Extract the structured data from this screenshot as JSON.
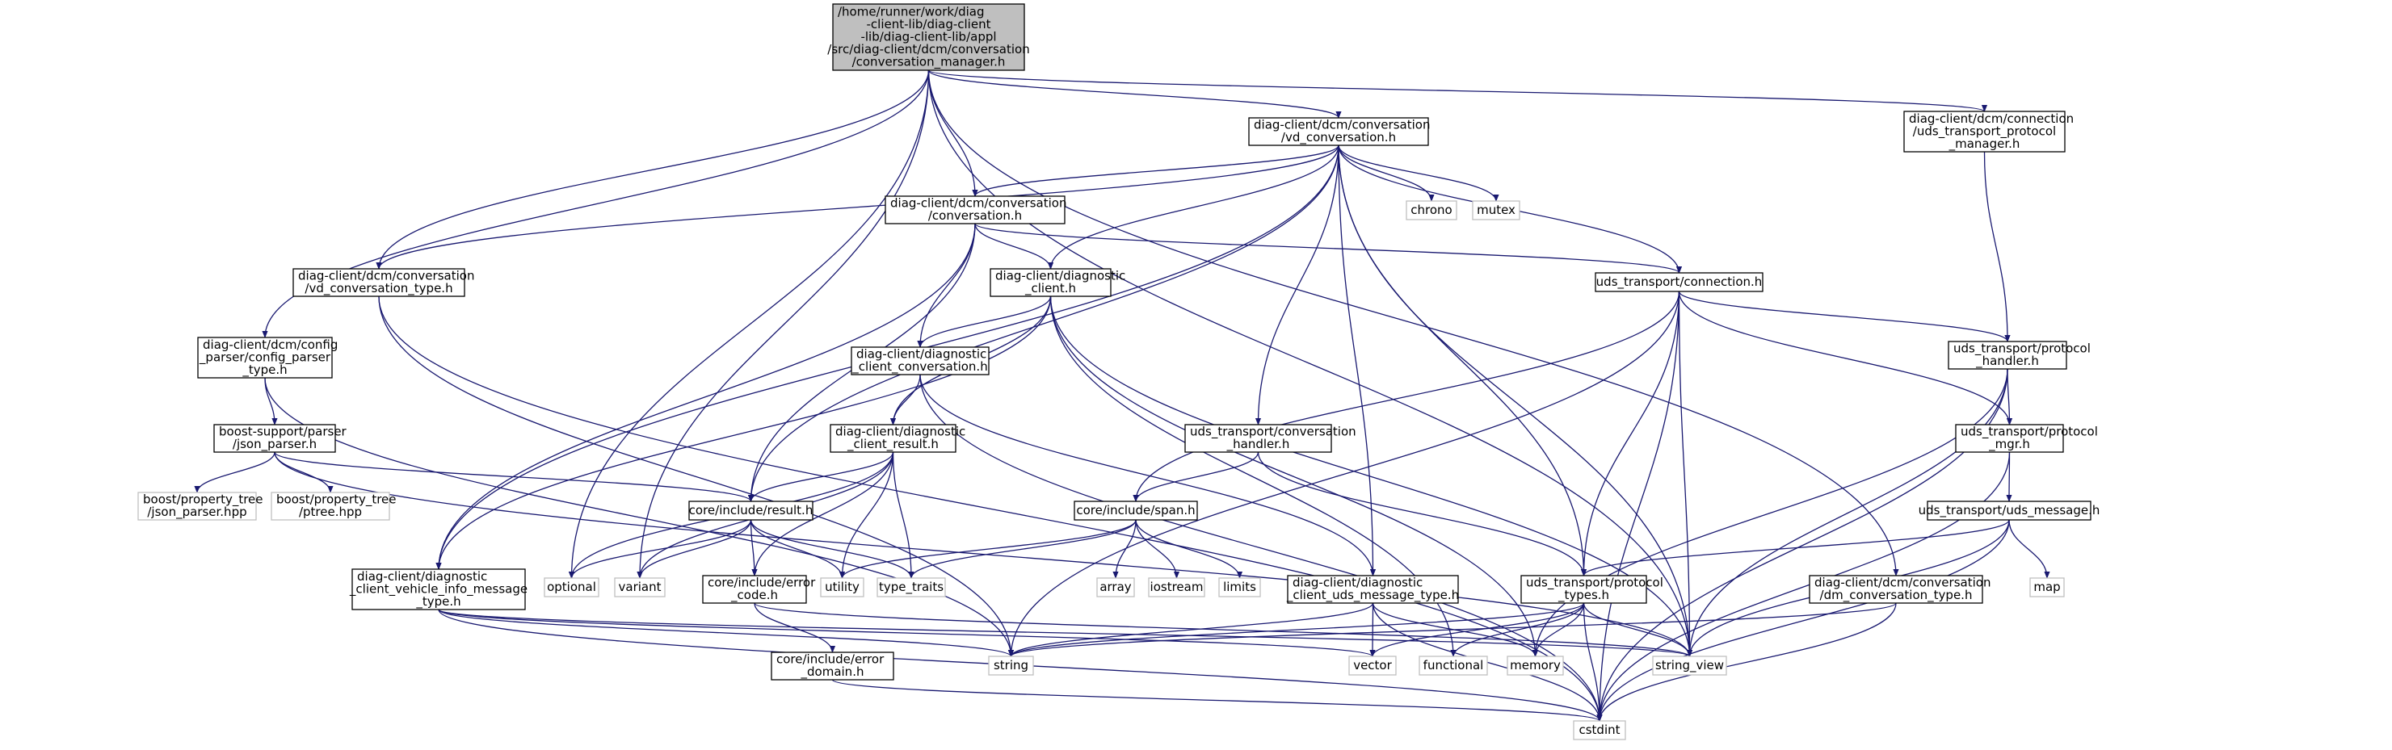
{
  "graph": {
    "nodes": [
      {
        "id": "root",
        "kind": "root",
        "lines": [
          "/home/runner/work/diag",
          "-client-lib/diag-client",
          "-lib/diag-client-lib/appl",
          "/src/diag-client/dcm/conversation",
          "/conversation_manager.h"
        ]
      },
      {
        "id": "vd_conversation_h",
        "kind": "file",
        "lines": [
          "diag-client/dcm/conversation",
          "/vd_conversation.h"
        ]
      },
      {
        "id": "uds_transport_protocol_manager_h",
        "kind": "file",
        "lines": [
          "diag-client/dcm/connection",
          "/uds_transport_protocol",
          "_manager.h"
        ]
      },
      {
        "id": "conversation_h",
        "kind": "file",
        "lines": [
          "diag-client/dcm/conversation",
          "/conversation.h"
        ]
      },
      {
        "id": "chrono",
        "kind": "ext",
        "lines": [
          "chrono"
        ]
      },
      {
        "id": "mutex",
        "kind": "ext",
        "lines": [
          "mutex"
        ]
      },
      {
        "id": "vd_conversation_type_h",
        "kind": "file",
        "lines": [
          "diag-client/dcm/conversation",
          "/vd_conversation_type.h"
        ]
      },
      {
        "id": "diagnostic_client_h",
        "kind": "file",
        "lines": [
          "diag-client/diagnostic",
          "_client.h"
        ]
      },
      {
        "id": "connection_h",
        "kind": "file",
        "lines": [
          "uds_transport/connection.h"
        ]
      },
      {
        "id": "config_parser_type_h",
        "kind": "file",
        "lines": [
          "diag-client/dcm/config",
          "_parser/config_parser",
          "_type.h"
        ]
      },
      {
        "id": "diagnostic_client_conversation_h",
        "kind": "file",
        "lines": [
          "diag-client/diagnostic",
          "_client_conversation.h"
        ]
      },
      {
        "id": "protocol_handler_h",
        "kind": "file",
        "lines": [
          "uds_transport/protocol",
          "_handler.h"
        ]
      },
      {
        "id": "json_parser_h",
        "kind": "file",
        "lines": [
          "boost-support/parser",
          "/json_parser.h"
        ]
      },
      {
        "id": "diagnostic_client_result_h",
        "kind": "file",
        "lines": [
          "diag-client/diagnostic",
          "_client_result.h"
        ]
      },
      {
        "id": "conversation_handler_h",
        "kind": "file",
        "lines": [
          "uds_transport/conversation",
          "_handler.h"
        ]
      },
      {
        "id": "protocol_mgr_h",
        "kind": "file",
        "lines": [
          "uds_transport/protocol",
          "_mgr.h"
        ]
      },
      {
        "id": "boost_json_parser_hpp",
        "kind": "ext",
        "lines": [
          "boost/property_tree",
          "/json_parser.hpp"
        ]
      },
      {
        "id": "boost_ptree_hpp",
        "kind": "ext",
        "lines": [
          "boost/property_tree",
          "/ptree.hpp"
        ]
      },
      {
        "id": "result_h",
        "kind": "file",
        "lines": [
          "core/include/result.h"
        ]
      },
      {
        "id": "span_h",
        "kind": "file",
        "lines": [
          "core/include/span.h"
        ]
      },
      {
        "id": "uds_message_h",
        "kind": "file",
        "lines": [
          "uds_transport/uds_message.h"
        ]
      },
      {
        "id": "vehicle_info_message_type_h",
        "kind": "file",
        "lines": [
          "diag-client/diagnostic",
          "_client_vehicle_info_message",
          "_type.h"
        ]
      },
      {
        "id": "optional",
        "kind": "ext",
        "lines": [
          "optional"
        ]
      },
      {
        "id": "variant",
        "kind": "ext",
        "lines": [
          "variant"
        ]
      },
      {
        "id": "error_code_h",
        "kind": "file",
        "lines": [
          "core/include/error",
          "_code.h"
        ]
      },
      {
        "id": "utility",
        "kind": "ext",
        "lines": [
          "utility"
        ]
      },
      {
        "id": "type_traits",
        "kind": "ext",
        "lines": [
          "type_traits"
        ]
      },
      {
        "id": "array",
        "kind": "ext",
        "lines": [
          "array"
        ]
      },
      {
        "id": "iostream",
        "kind": "ext",
        "lines": [
          "iostream"
        ]
      },
      {
        "id": "limits",
        "kind": "ext",
        "lines": [
          "limits"
        ]
      },
      {
        "id": "uds_message_type_h",
        "kind": "file",
        "lines": [
          "diag-client/diagnostic",
          "_client_uds_message_type.h"
        ]
      },
      {
        "id": "protocol_types_h",
        "kind": "file",
        "lines": [
          "uds_transport/protocol",
          "_types.h"
        ]
      },
      {
        "id": "dm_conversation_type_h",
        "kind": "file",
        "lines": [
          "diag-client/dcm/conversation",
          "/dm_conversation_type.h"
        ]
      },
      {
        "id": "map",
        "kind": "ext",
        "lines": [
          "map"
        ]
      },
      {
        "id": "error_domain_h",
        "kind": "file",
        "lines": [
          "core/include/error",
          "_domain.h"
        ]
      },
      {
        "id": "string",
        "kind": "ext",
        "lines": [
          "string"
        ]
      },
      {
        "id": "vector",
        "kind": "ext",
        "lines": [
          "vector"
        ]
      },
      {
        "id": "functional",
        "kind": "ext",
        "lines": [
          "functional"
        ]
      },
      {
        "id": "memory",
        "kind": "ext",
        "lines": [
          "memory"
        ]
      },
      {
        "id": "string_view",
        "kind": "ext",
        "lines": [
          "string_view"
        ]
      },
      {
        "id": "cstdint",
        "kind": "ext",
        "lines": [
          "cstdint"
        ]
      }
    ],
    "edges": [
      [
        "root",
        "vd_conversation_h"
      ],
      [
        "root",
        "uds_transport_protocol_manager_h"
      ],
      [
        "root",
        "conversation_h"
      ],
      [
        "root",
        "vd_conversation_type_h"
      ],
      [
        "root",
        "config_parser_type_h"
      ],
      [
        "root",
        "optional"
      ],
      [
        "root",
        "variant"
      ],
      [
        "root",
        "dm_conversation_type_h"
      ],
      [
        "root",
        "string_view"
      ],
      [
        "vd_conversation_h",
        "conversation_h"
      ],
      [
        "vd_conversation_h",
        "chrono"
      ],
      [
        "vd_conversation_h",
        "mutex"
      ],
      [
        "vd_conversation_h",
        "vd_conversation_type_h"
      ],
      [
        "vd_conversation_h",
        "diagnostic_client_h"
      ],
      [
        "vd_conversation_h",
        "connection_h"
      ],
      [
        "vd_conversation_h",
        "result_h"
      ],
      [
        "vd_conversation_h",
        "conversation_handler_h"
      ],
      [
        "vd_conversation_h",
        "vehicle_info_message_type_h"
      ],
      [
        "vd_conversation_h",
        "uds_message_type_h"
      ],
      [
        "vd_conversation_h",
        "protocol_types_h"
      ],
      [
        "vd_conversation_h",
        "string_view"
      ],
      [
        "uds_transport_protocol_manager_h",
        "protocol_handler_h"
      ],
      [
        "conversation_h",
        "diagnostic_client_h"
      ],
      [
        "conversation_h",
        "connection_h"
      ],
      [
        "conversation_h",
        "diagnostic_client_conversation_h"
      ],
      [
        "conversation_h",
        "result_h"
      ],
      [
        "conversation_h",
        "vehicle_info_message_type_h"
      ],
      [
        "vd_conversation_type_h",
        "string"
      ],
      [
        "vd_conversation_type_h",
        "cstdint"
      ],
      [
        "diagnostic_client_h",
        "diagnostic_client_conversation_h"
      ],
      [
        "diagnostic_client_h",
        "diagnostic_client_result_h"
      ],
      [
        "diagnostic_client_h",
        "vehicle_info_message_type_h"
      ],
      [
        "diagnostic_client_h",
        "functional"
      ],
      [
        "diagnostic_client_h",
        "memory"
      ],
      [
        "diagnostic_client_h",
        "string_view"
      ],
      [
        "connection_h",
        "protocol_handler_h"
      ],
      [
        "connection_h",
        "protocol_mgr_h"
      ],
      [
        "connection_h",
        "span_h"
      ],
      [
        "connection_h",
        "protocol_types_h"
      ],
      [
        "connection_h",
        "string"
      ],
      [
        "connection_h",
        "string_view"
      ],
      [
        "connection_h",
        "cstdint"
      ],
      [
        "config_parser_type_h",
        "json_parser_h"
      ],
      [
        "config_parser_type_h",
        "string"
      ],
      [
        "diagnostic_client_conversation_h",
        "diagnostic_client_result_h"
      ],
      [
        "diagnostic_client_conversation_h",
        "uds_message_type_h"
      ],
      [
        "diagnostic_client_conversation_h",
        "cstdint"
      ],
      [
        "protocol_handler_h",
        "protocol_mgr_h"
      ],
      [
        "protocol_handler_h",
        "memory"
      ],
      [
        "protocol_handler_h",
        "cstdint"
      ],
      [
        "protocol_handler_h",
        "string_view"
      ],
      [
        "json_parser_h",
        "boost_json_parser_hpp"
      ],
      [
        "json_parser_h",
        "boost_ptree_hpp"
      ],
      [
        "json_parser_h",
        "result_h"
      ],
      [
        "json_parser_h",
        "string_view"
      ],
      [
        "diagnostic_client_result_h",
        "result_h"
      ],
      [
        "diagnostic_client_result_h",
        "optional"
      ],
      [
        "diagnostic_client_result_h",
        "variant"
      ],
      [
        "diagnostic_client_result_h",
        "error_code_h"
      ],
      [
        "diagnostic_client_result_h",
        "utility"
      ],
      [
        "diagnostic_client_result_h",
        "type_traits"
      ],
      [
        "conversation_handler_h",
        "span_h"
      ],
      [
        "conversation_handler_h",
        "protocol_types_h"
      ],
      [
        "protocol_mgr_h",
        "uds_message_h"
      ],
      [
        "protocol_mgr_h",
        "cstdint"
      ],
      [
        "result_h",
        "optional"
      ],
      [
        "result_h",
        "variant"
      ],
      [
        "result_h",
        "utility"
      ],
      [
        "result_h",
        "type_traits"
      ],
      [
        "result_h",
        "error_code_h"
      ],
      [
        "span_h",
        "array"
      ],
      [
        "span_h",
        "iostream"
      ],
      [
        "span_h",
        "limits"
      ],
      [
        "span_h",
        "type_traits"
      ],
      [
        "span_h",
        "utility"
      ],
      [
        "uds_message_h",
        "protocol_types_h"
      ],
      [
        "uds_message_h",
        "map"
      ],
      [
        "uds_message_h",
        "string_view"
      ],
      [
        "uds_message_h",
        "cstdint"
      ],
      [
        "vehicle_info_message_type_h",
        "string"
      ],
      [
        "vehicle_info_message_type_h",
        "vector"
      ],
      [
        "vehicle_info_message_type_h",
        "cstdint"
      ],
      [
        "vehicle_info_message_type_h",
        "string_view"
      ],
      [
        "error_code_h",
        "error_domain_h"
      ],
      [
        "error_code_h",
        "string_view"
      ],
      [
        "uds_message_type_h",
        "string"
      ],
      [
        "uds_message_type_h",
        "vector"
      ],
      [
        "uds_message_type_h",
        "memory"
      ],
      [
        "uds_message_type_h",
        "cstdint"
      ],
      [
        "protocol_types_h",
        "string"
      ],
      [
        "protocol_types_h",
        "vector"
      ],
      [
        "protocol_types_h",
        "functional"
      ],
      [
        "protocol_types_h",
        "memory"
      ],
      [
        "protocol_types_h",
        "string_view"
      ],
      [
        "protocol_types_h",
        "cstdint"
      ],
      [
        "dm_conversation_type_h",
        "string"
      ],
      [
        "dm_conversation_type_h",
        "cstdint"
      ],
      [
        "error_domain_h",
        "cstdint"
      ]
    ]
  }
}
